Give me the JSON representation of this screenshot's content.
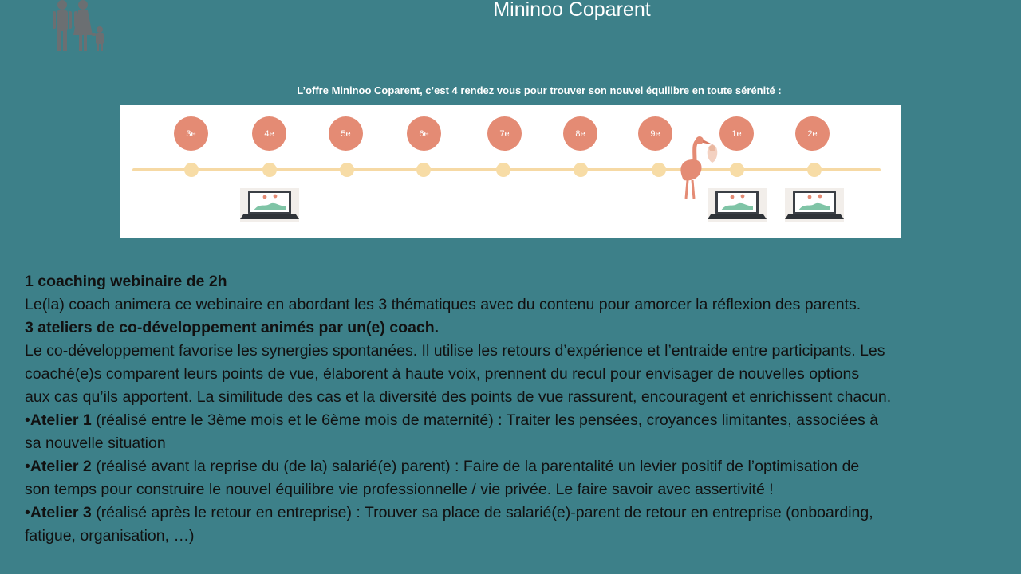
{
  "title": "Mininoo Coparent",
  "offer_caption": "L’offre Mininoo Coparent, c’est 4 rendez vous pour trouver son nouvel équilibre en toute sérénité :",
  "timeline": {
    "months": [
      "3e",
      "4e",
      "5e",
      "6e",
      "7e",
      "8e",
      "9e",
      "1e",
      "2e"
    ]
  },
  "content": {
    "webinar_heading": "1 coaching webinaire de 2h",
    "webinar_text": "Le(la) coach animera ce webinaire en abordant les 3 thématiques avec du contenu pour amorcer la réflexion des parents.",
    "workshops_heading": "3 ateliers de co-développement animés par un(e) coach.",
    "codev_line_1": "Le co-développement favorise les synergies spontanées. Il utilise les retours d’expérience et l’entraide entre participants. Les",
    "codev_line_2": "coaché(e)s comparent leurs points de vue, élaborent à haute voix, prennent du recul pour envisager de nouvelles options",
    "codev_line_3": "aux cas qu’ils apportent. La similitude des cas et la diversité des points de vue rassurent, encouragent et enrichissent chacun.",
    "bullet": "•",
    "atelier1_label": "Atelier 1",
    "atelier1_line_1": " (réalisé entre le 3ème mois et le 6ème mois de maternité) : Traiter les pensées, croyances limitantes, associées à",
    "atelier1_line_2": "sa nouvelle situation",
    "atelier2_label": "Atelier 2",
    "atelier2_line_1": " (réalisé avant la reprise du (de la) salarié(e) parent) : Faire de la parentalité un levier positif de l’optimisation de",
    "atelier2_line_2": "son temps pour construire le nouvel équilibre vie professionnelle / vie privée. Le faire savoir avec assertivité !",
    "atelier3_label": "Atelier 3",
    "atelier3_line_1": " (réalisé après le retour en entreprise) : Trouver sa place de salarié(e)-parent de retour en entreprise (onboarding,",
    "atelier3_line_2": "fatigue, organisation, …)"
  },
  "colors": {
    "background": "#3d8089",
    "badge": "#e48b74",
    "timeline_line": "#f6d9a4",
    "icon_gray": "#6b6f72"
  }
}
